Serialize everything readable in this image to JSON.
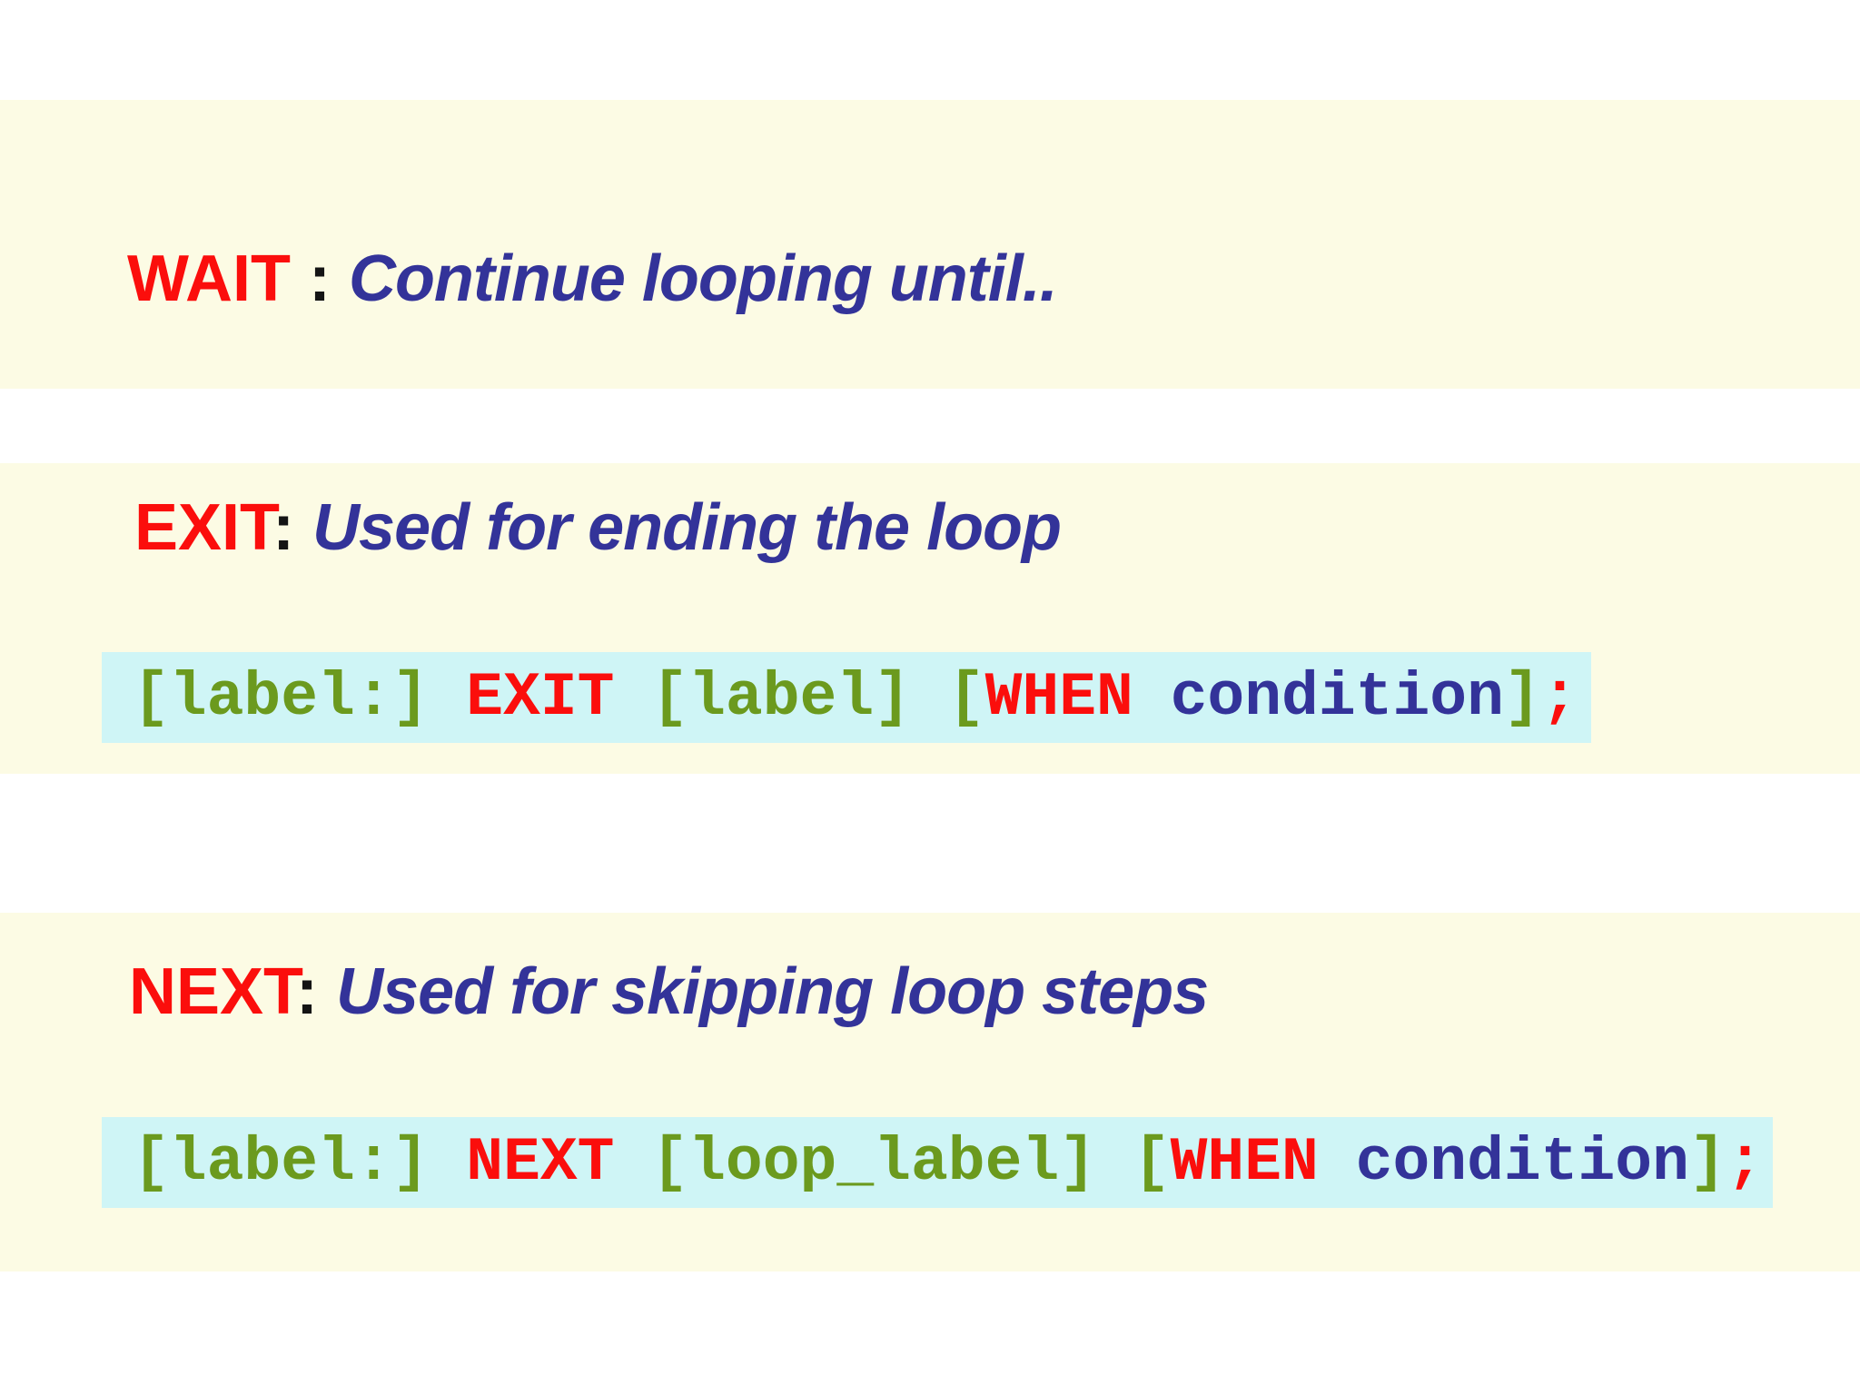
{
  "colors": {
    "page_bg": "#FFFFFF",
    "band_bg": "#FCFBE4",
    "code_bg": "#CFF5F6",
    "red": "#FB0E0C",
    "blue": "#333399",
    "green": "#6B9A1E",
    "black": "#141414"
  },
  "sections": [
    {
      "keyword": "WAIT",
      "separator": " : ",
      "description": "Continue looping until.."
    },
    {
      "keyword": "EXIT",
      "separator": ": ",
      "description": "Used for ending the loop",
      "code_text": "[label:] EXIT [label] [WHEN condition];",
      "code_tokens": [
        {
          "t": "[label:] ",
          "c": "green"
        },
        {
          "t": "EXIT",
          "c": "red"
        },
        {
          "t": " [label] [",
          "c": "green"
        },
        {
          "t": "WHEN",
          "c": "red"
        },
        {
          "t": " condition",
          "c": "blue"
        },
        {
          "t": "]",
          "c": "green"
        },
        {
          "t": ";",
          "c": "red"
        }
      ]
    },
    {
      "keyword": "NEXT",
      "separator": ": ",
      "description": "Used for skipping loop steps",
      "code_text": "[label:] NEXT [loop_label] [WHEN condition];",
      "code_tokens": [
        {
          "t": "[label:] ",
          "c": "green"
        },
        {
          "t": "NEXT",
          "c": "red"
        },
        {
          "t": " [loop_label] [",
          "c": "green"
        },
        {
          "t": "WHEN",
          "c": "red"
        },
        {
          "t": " condition",
          "c": "blue"
        },
        {
          "t": "]",
          "c": "green"
        },
        {
          "t": ";",
          "c": "red"
        }
      ]
    }
  ]
}
